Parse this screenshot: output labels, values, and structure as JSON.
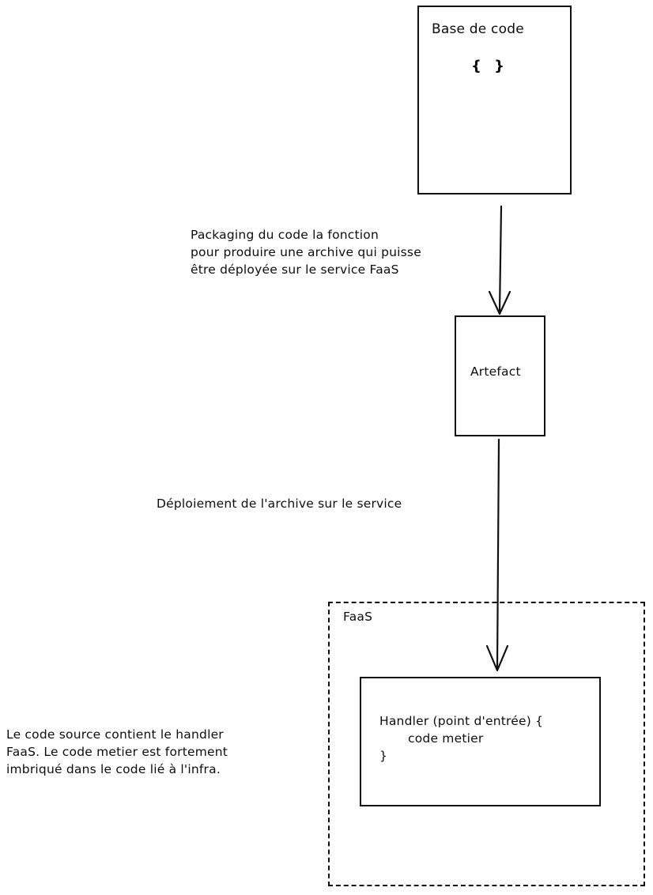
{
  "diagram": {
    "type": "flow-diagram",
    "language": "fr",
    "background": "#ffffff",
    "stroke_color": "#111111"
  },
  "nodes": {
    "base_de_code": {
      "title": "Base de code",
      "body": "{ }"
    },
    "artefact": {
      "title": "Artefact"
    },
    "faas_container": {
      "label": "FaaS",
      "border_style": "dashed"
    },
    "handler": {
      "line1": "Handler (point d'entrée) {",
      "line2": "code metier",
      "line3": "}"
    }
  },
  "annotations": {
    "packaging": {
      "line1": "Packaging du code la fonction",
      "line2": "pour produire une archive qui puisse",
      "line3": "être déployée sur le service FaaS"
    },
    "deployment": {
      "line1": "Déploiement de l'archive sur le service"
    },
    "source_note": {
      "line1": "Le code source contient le handler",
      "line2": "FaaS. Le code metier est fortement",
      "line3": "imbriqué dans le code lié à l'infra."
    }
  },
  "edges": [
    {
      "name": "base-to-artefact",
      "from": "base_de_code",
      "to": "artefact",
      "arrow": "down"
    },
    {
      "name": "artefact-to-handler",
      "from": "artefact",
      "to": "handler",
      "arrow": "down"
    }
  ]
}
